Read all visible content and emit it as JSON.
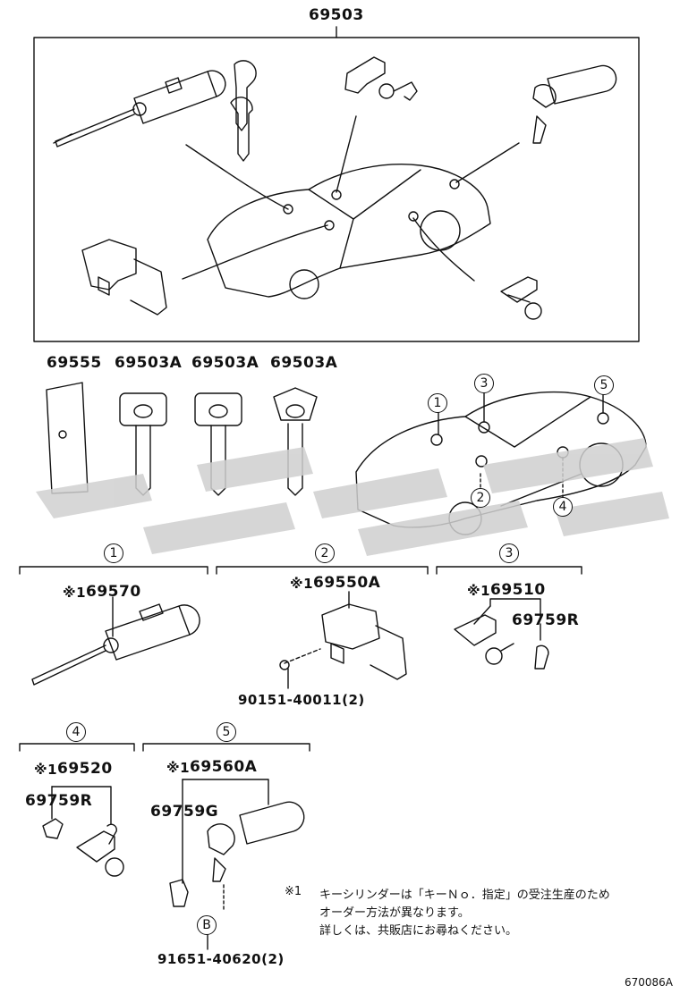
{
  "header": {
    "part_number": "69503"
  },
  "key_row": {
    "labels": [
      "69555",
      "69503A",
      "69503A",
      "69503A"
    ]
  },
  "location_markers": [
    "1",
    "2",
    "3",
    "4",
    "5"
  ],
  "sections": [
    {
      "marker": "1",
      "main_part": "69570",
      "prefix": "※1",
      "sub_parts": []
    },
    {
      "marker": "2",
      "main_part": "69550A",
      "prefix": "※1",
      "sub_parts": [
        "90151-40011(2)"
      ]
    },
    {
      "marker": "3",
      "main_part": "69510",
      "prefix": "※1",
      "sub_parts": [
        "69759R"
      ]
    },
    {
      "marker": "4",
      "main_part": "69520",
      "prefix": "※1",
      "sub_parts": [
        "69759R"
      ]
    },
    {
      "marker": "5",
      "main_part": "69560A",
      "prefix": "※1",
      "sub_parts": [
        "69759G",
        "B",
        "91651-40620(2)"
      ]
    }
  ],
  "footnote": {
    "mark": "※1",
    "line1": "キーシリンダーは「キーＮｏ．指定」の受注生産のため",
    "line2": "オーダー方法が異なります。",
    "line3": "詳しくは、共販店にお尋ねください。"
  },
  "figure_id": "670086A",
  "colors": {
    "line": "#111111",
    "watermark": "#d0d0d0"
  }
}
